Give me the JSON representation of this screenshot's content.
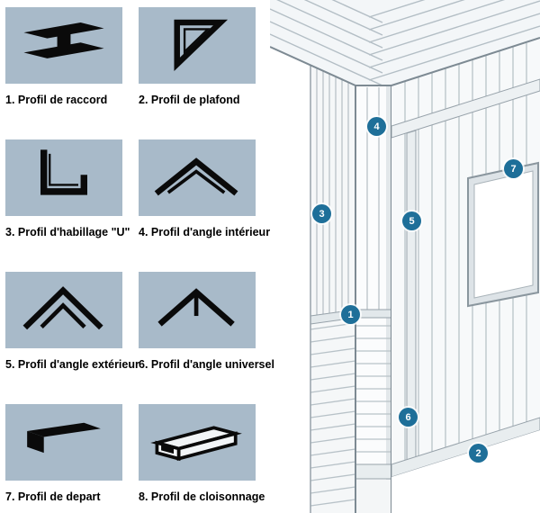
{
  "legend": {
    "items": [
      {
        "label": "1. Profil de raccord",
        "icon": "profil-de-raccord"
      },
      {
        "label": "2. Profil de plafond",
        "icon": "profil-de-plafond"
      },
      {
        "label": "3. Profil d'habillage \"U\"",
        "icon": "profil-habillage-u"
      },
      {
        "label": "4. Profil d'angle intérieur",
        "icon": "profil-angle-interieur"
      },
      {
        "label": "5. Profil d'angle extérieur",
        "icon": "profil-angle-exterieur"
      },
      {
        "label": "6. Profil d'angle universel",
        "icon": "profil-angle-universel"
      },
      {
        "label": "7. Profil de depart",
        "icon": "profil-de-depart"
      },
      {
        "label": "8. Profil de cloisonnage",
        "icon": "profil-de-cloisonnage"
      }
    ]
  },
  "illustration": {
    "badges": [
      "1",
      "2",
      "3",
      "4",
      "5",
      "6",
      "7"
    ]
  },
  "colors": {
    "tile": "#a8bac9",
    "badge": "#1e6f99"
  }
}
